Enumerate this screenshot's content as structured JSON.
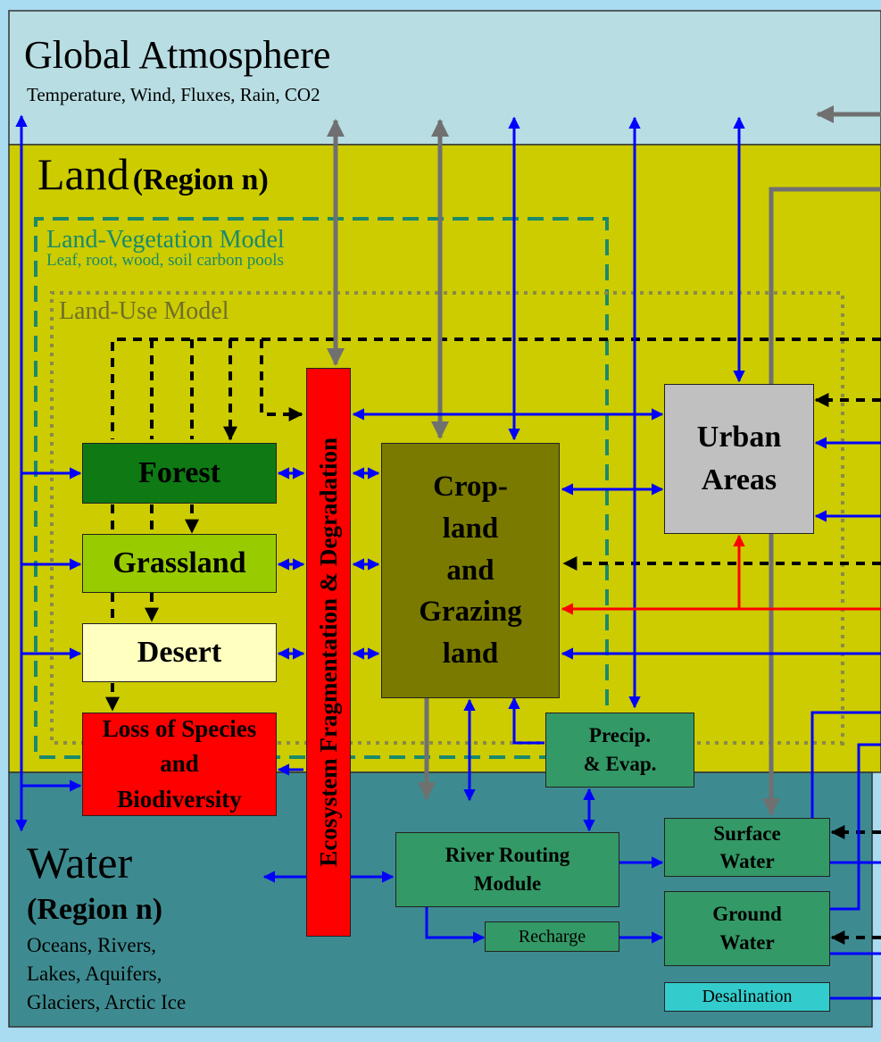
{
  "atmosphere": {
    "title": "Global Atmosphere",
    "subtitle": "Temperature, Wind, Fluxes, Rain, CO2"
  },
  "land": {
    "title": "Land",
    "region": "(Region n)"
  },
  "vegetation_model": {
    "title": "Land-Vegetation Model",
    "subtitle": "Leaf, root, wood, soil carbon pools"
  },
  "land_use_model": {
    "title": "Land-Use Model"
  },
  "water": {
    "title": "Water",
    "region": "(Region n)",
    "description": "Oceans, Rivers,\nLakes, Aquifers,\nGlaciers, Arctic Ice"
  },
  "boxes": {
    "forest": "Forest",
    "grassland": "Grassland",
    "desert": "Desert",
    "loss_species": "Loss of Species\nand\nBiodiversity",
    "ecosystem": "Ecosystem Fragmentation & Degradation",
    "cropland": "Crop-\nland\nand\nGrazing\nland",
    "urban": "Urban\nAreas",
    "precip": "Precip.\n& Evap.",
    "river_routing": "River Routing\nModule",
    "recharge": "Recharge",
    "surface_water": "Surface\nWater",
    "ground_water": "Ground\nWater",
    "desalination": "Desalination"
  },
  "colors": {
    "atmosphere": "#b8dde3",
    "land": "#cccc00",
    "water": "#3d8b90",
    "forest": "#0f7a14",
    "grassland": "#99cc00",
    "desert": "#ffffc0",
    "loss": "#ff0000",
    "cropland": "#7a7a00",
    "urban": "#c0c0c0",
    "module": "#339966",
    "desalination": "#33cccc",
    "blue_arrow": "#0000ff",
    "gray_arrow": "#707070",
    "red_arrow": "#ff0000",
    "black_arrow": "#000000",
    "veg_dash": "#1a8a6a",
    "landuse_dot": "#8a8a4a"
  }
}
